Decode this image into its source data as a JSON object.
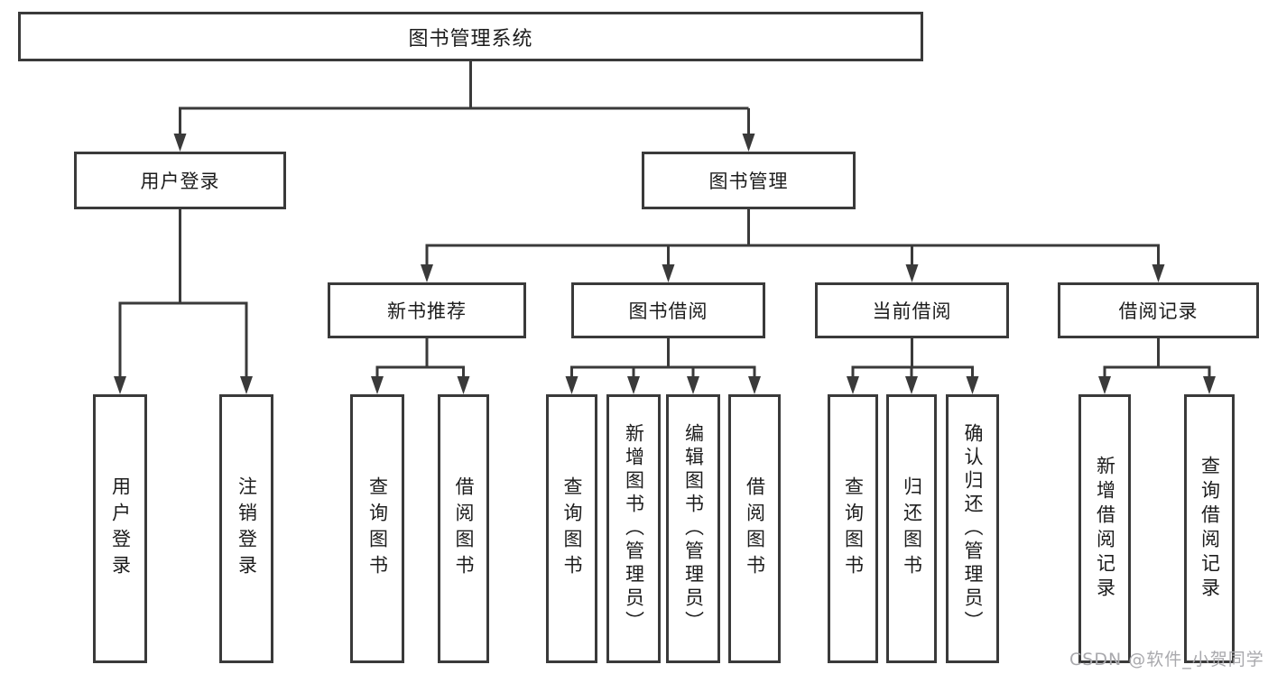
{
  "tree": {
    "root": "图书管理系统",
    "branches": [
      {
        "label": "用户登录",
        "children": [
          "用户登录",
          "注销登录"
        ]
      },
      {
        "label": "图书管理",
        "children": [
          {
            "label": "新书推荐",
            "children": [
              "查询图书",
              "借阅图书"
            ]
          },
          {
            "label": "图书借阅",
            "children": [
              "查询图书",
              "新增图书（管理员）",
              "编辑图书（管理员）",
              "借阅图书"
            ]
          },
          {
            "label": "当前借阅",
            "children": [
              "查询图书",
              "归还图书",
              "确认归还（管理员）"
            ]
          },
          {
            "label": "借阅记录",
            "children": [
              "新增借阅记录",
              "查询借阅记录"
            ]
          }
        ]
      }
    ]
  },
  "watermark": "CSDN @软件_小贺同学",
  "colors": {
    "line": "#3a3a3a",
    "text": "#1c1c1c",
    "watermark": "#a9a9ad",
    "background": "#ffffff"
  }
}
